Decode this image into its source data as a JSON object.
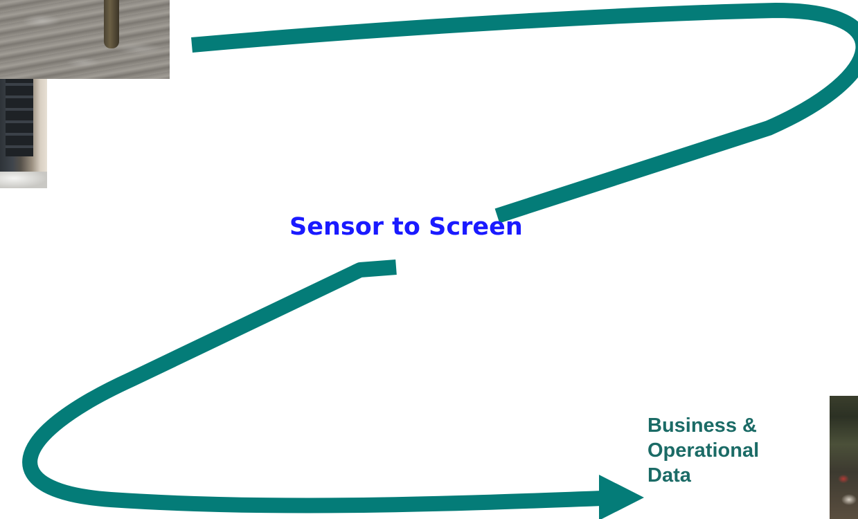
{
  "slide": {
    "title": "Sensor to Screen",
    "end_label_lines": [
      "Business &",
      "Operational",
      "Data"
    ]
  },
  "colors": {
    "arrow": "#047c78",
    "title": "#1a1aff",
    "end_label": "#1b6b66",
    "background": "#ffffff"
  },
  "images": [
    {
      "name": "water-sample-photo"
    },
    {
      "name": "lab-equipment-photo"
    },
    {
      "name": "field-photo"
    }
  ]
}
